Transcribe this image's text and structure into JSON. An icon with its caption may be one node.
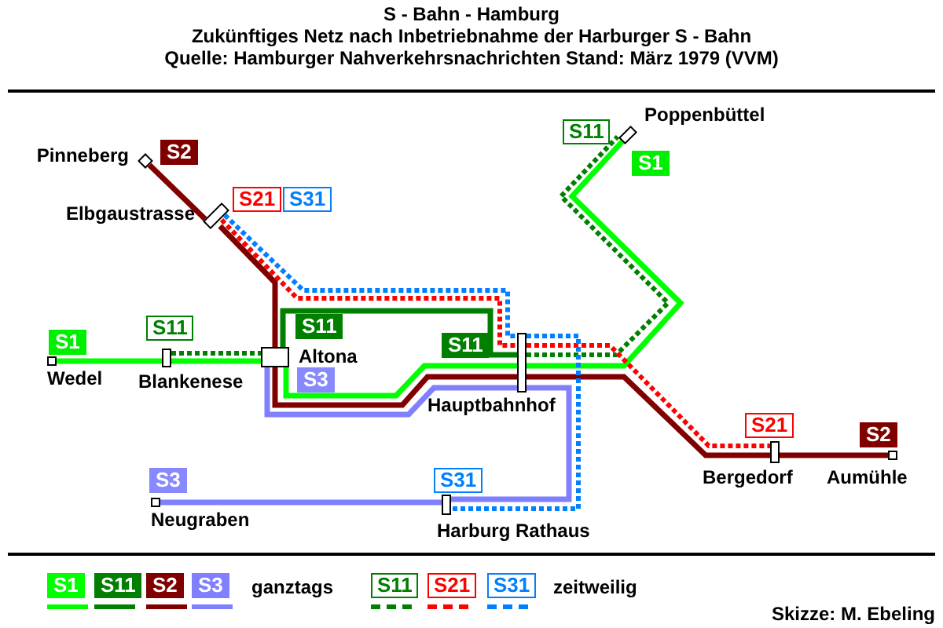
{
  "diagram": {
    "title": "S - Bahn - Hamburg",
    "nodes": [
      {
        "text": [
          "Poppenbüttel"
        ]
      },
      {
        "text": [
          "Pinneberg"
        ]
      },
      {
        "text": [
          "Elbgaustrasse"
        ]
      },
      {
        "text": [
          "Altona"
        ]
      },
      {
        "text": [
          "Wedel"
        ]
      },
      {
        "text": [
          "Blankenese"
        ]
      },
      {
        "text": [
          "Hauptbahnhof"
        ]
      },
      {
        "text": [
          "Bergedorf"
        ]
      },
      {
        "text": [
          "Aumühle"
        ]
      },
      {
        "text": [
          "Neugraben"
        ]
      },
      {
        "text": [
          "Harburg Rathaus"
        ]
      }
    ],
    "edges": [
      {
        "from": 4,
        "to": 5,
        "arrow": "none",
        "color": "#00ff00"
      },
      {
        "from": 5,
        "to": 3,
        "arrow": "none",
        "color": "#00ff00"
      },
      {
        "from": 3,
        "to": 6,
        "arrow": "none",
        "color": "#00ff00"
      },
      {
        "from": 6,
        "to": 0,
        "arrow": "none",
        "color": "#00ff00"
      },
      {
        "from": 5,
        "to": 3,
        "arrow": "none",
        "style": "dashed",
        "color": "#007f00"
      },
      {
        "from": 3,
        "to": 6,
        "arrow": "none",
        "color": "#007f00"
      },
      {
        "from": 6,
        "to": 0,
        "arrow": "none",
        "style": "dashed",
        "color": "#007f00"
      },
      {
        "from": 1,
        "to": 2,
        "arrow": "none",
        "color": "#800000"
      },
      {
        "from": 2,
        "to": 3,
        "arrow": "none",
        "color": "#800000"
      },
      {
        "from": 3,
        "to": 6,
        "arrow": "none",
        "color": "#800000"
      },
      {
        "from": 6,
        "to": 7,
        "arrow": "none",
        "color": "#800000"
      },
      {
        "from": 7,
        "to": 8,
        "arrow": "none",
        "color": "#800000"
      },
      {
        "from": 2,
        "to": 6,
        "arrow": "none",
        "style": "dashed",
        "color": "#ff0000"
      },
      {
        "from": 6,
        "to": 7,
        "arrow": "none",
        "style": "dashed",
        "color": "#ff0000"
      },
      {
        "from": 2,
        "to": 6,
        "arrow": "none",
        "style": "dashed",
        "color": "#0080ff"
      },
      {
        "from": 6,
        "to": 10,
        "arrow": "none",
        "style": "dashed",
        "color": "#0080ff"
      },
      {
        "from": 3,
        "to": 6,
        "arrow": "none",
        "color": "#8080ff"
      },
      {
        "from": 6,
        "to": 10,
        "arrow": "none",
        "color": "#8080ff"
      },
      {
        "from": 10,
        "to": 9,
        "arrow": "none",
        "color": "#8080ff"
      }
    ],
    "labels": [
      "Zukünftiges Netz nach Inbetriebnahme der Harburger S - Bahn",
      "Quelle: Hamburger Nahverkehrsnachrichten Stand: März 1979 (VVM)",
      "S11",
      "S2",
      "S1",
      "S21",
      "S31",
      "S11",
      "S1",
      "S11",
      "S11",
      "S3",
      "S21",
      "S2",
      "S3",
      "S31",
      "ganztags",
      "zeitweilig",
      "Skizze: M. Ebeling"
    ],
    "legend": [
      {
        "text": "S1",
        "color": "#00ff00"
      },
      {
        "text": "S11",
        "color": "#007f00"
      },
      {
        "text": "S2",
        "color": "#800000"
      },
      {
        "text": "S3",
        "color": "#8080ff"
      },
      {
        "text": "S11",
        "color": "#007f00"
      },
      {
        "text": "S21",
        "color": "#ff0000"
      },
      {
        "text": "S31",
        "color": "#0080ff"
      }
    ]
  }
}
